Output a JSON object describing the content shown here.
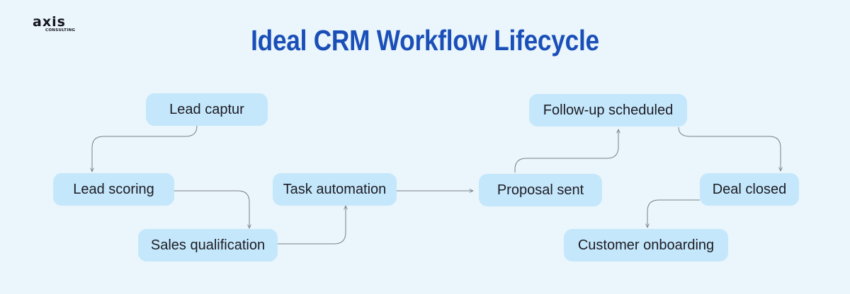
{
  "logo": {
    "main": "axis",
    "sub": "CONSULTING"
  },
  "title": "Ideal CRM Workflow Lifecycle",
  "nodes": {
    "lead_capture": "Lead captur",
    "lead_scoring": "Lead scoring",
    "sales_qualification": "Sales qualification",
    "task_automation": "Task automation",
    "proposal_sent": "Proposal sent",
    "follow_up": "Follow-up scheduled",
    "deal_closed": "Deal closed",
    "customer_onboarding": "Customer onboarding"
  },
  "colors": {
    "background": "#eaf6fc",
    "title": "#1b4fb8",
    "node_fill": "#c5e7fb",
    "connector": "#7a7f86"
  }
}
